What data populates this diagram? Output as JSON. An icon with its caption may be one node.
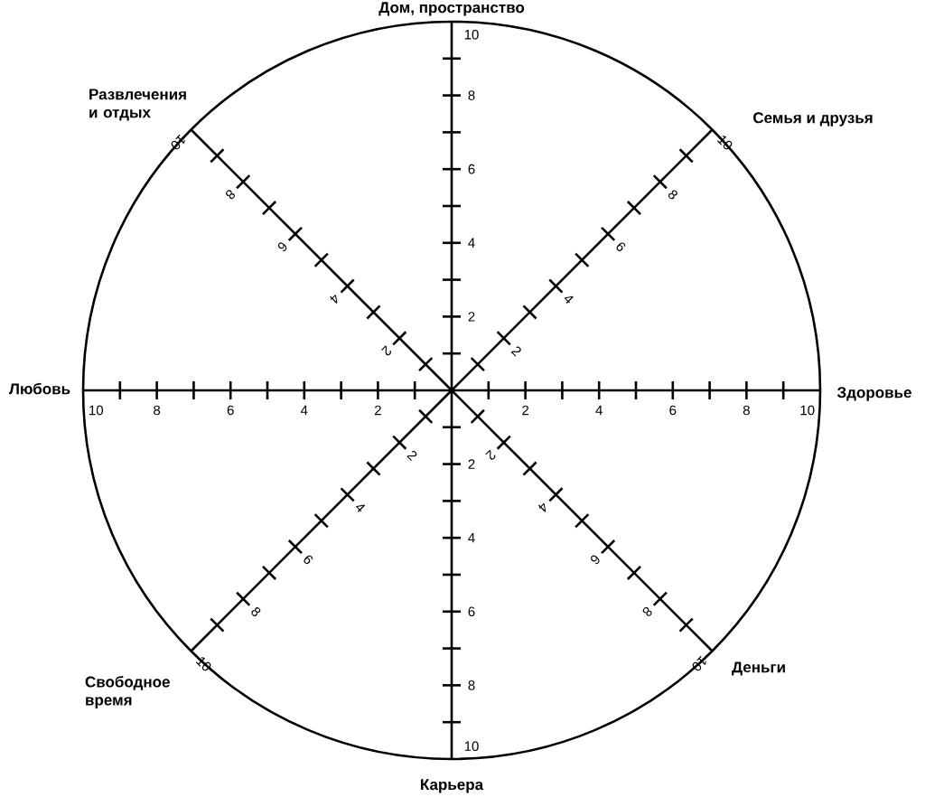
{
  "diagram": {
    "labels": [
      "Дом, пространство",
      "Развлечения и отдых",
      "Семья и друзья",
      "Любовь",
      "Здоровье",
      "Свободное время",
      "Деньги",
      "Карьера",
      "2",
      "4",
      "6",
      "8",
      "10",
      "2",
      "4",
      "6",
      "8",
      "10",
      "2",
      "4",
      "6",
      "8",
      "10",
      "2",
      "4",
      "6",
      "8",
      "10",
      "2",
      "4",
      "6",
      "8",
      "10",
      "2",
      "4",
      "6",
      "8",
      "10",
      "2",
      "4",
      "6",
      "8",
      "10",
      "2",
      "4",
      "6",
      "8",
      "10"
    ]
  }
}
